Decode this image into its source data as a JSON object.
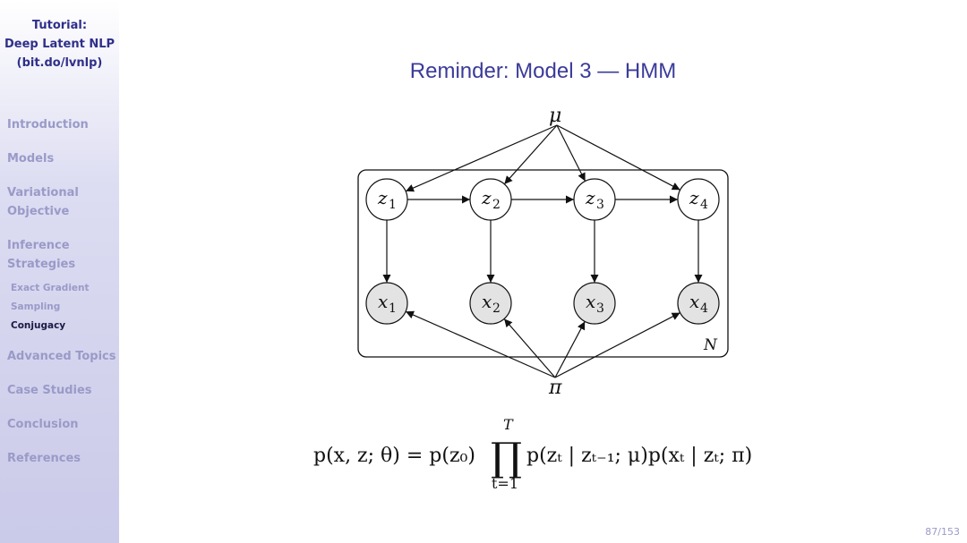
{
  "sidebar": {
    "title_lines": [
      "Tutorial:",
      "Deep Latent NLP",
      "(bit.do/lvnlp)"
    ],
    "sections": [
      {
        "label_lines": [
          "Introduction"
        ]
      },
      {
        "label_lines": [
          "Models"
        ]
      },
      {
        "label_lines": [
          "Variational",
          "Objective"
        ]
      },
      {
        "label_lines": [
          "Inference",
          "Strategies"
        ]
      },
      {
        "label_lines": [
          "Advanced Topics"
        ]
      },
      {
        "label_lines": [
          "Case Studies"
        ]
      },
      {
        "label_lines": [
          "Conclusion"
        ]
      },
      {
        "label_lines": [
          "References"
        ]
      }
    ],
    "subsections": [
      {
        "label": "Exact Gradient",
        "active": false
      },
      {
        "label": "Sampling",
        "active": false
      },
      {
        "label": "Conjugacy",
        "active": true
      }
    ]
  },
  "slide": {
    "title": "Reminder:  Model 3 — HMM",
    "page": "87/153"
  },
  "diagram": {
    "mu_label": "μ",
    "pi_label": "π",
    "plate_label": "N",
    "latent_nodes": [
      {
        "var": "z",
        "index": "1",
        "observed": false
      },
      {
        "var": "z",
        "index": "2",
        "observed": false
      },
      {
        "var": "z",
        "index": "3",
        "observed": false
      },
      {
        "var": "z",
        "index": "4",
        "observed": false
      }
    ],
    "observed_nodes": [
      {
        "var": "x",
        "index": "1",
        "observed": true
      },
      {
        "var": "x",
        "index": "2",
        "observed": true
      },
      {
        "var": "x",
        "index": "3",
        "observed": true
      },
      {
        "var": "x",
        "index": "4",
        "observed": true
      }
    ],
    "edges": [
      [
        "mu",
        "z1"
      ],
      [
        "mu",
        "z2"
      ],
      [
        "mu",
        "z3"
      ],
      [
        "mu",
        "z4"
      ],
      [
        "z1",
        "z2"
      ],
      [
        "z2",
        "z3"
      ],
      [
        "z3",
        "z4"
      ],
      [
        "z1",
        "x1"
      ],
      [
        "z2",
        "x2"
      ],
      [
        "z3",
        "x3"
      ],
      [
        "z4",
        "x4"
      ],
      [
        "pi",
        "x1"
      ],
      [
        "pi",
        "x2"
      ],
      [
        "pi",
        "x3"
      ],
      [
        "pi",
        "x4"
      ]
    ]
  },
  "equation": {
    "lhs": "p(x, z; θ) = p(z₀)",
    "prod_symbol": "∏",
    "prod_upper": "T",
    "prod_lower": "t=1",
    "rhs": "p(zₜ | zₜ₋₁; μ)p(xₜ | zₜ; π)"
  }
}
